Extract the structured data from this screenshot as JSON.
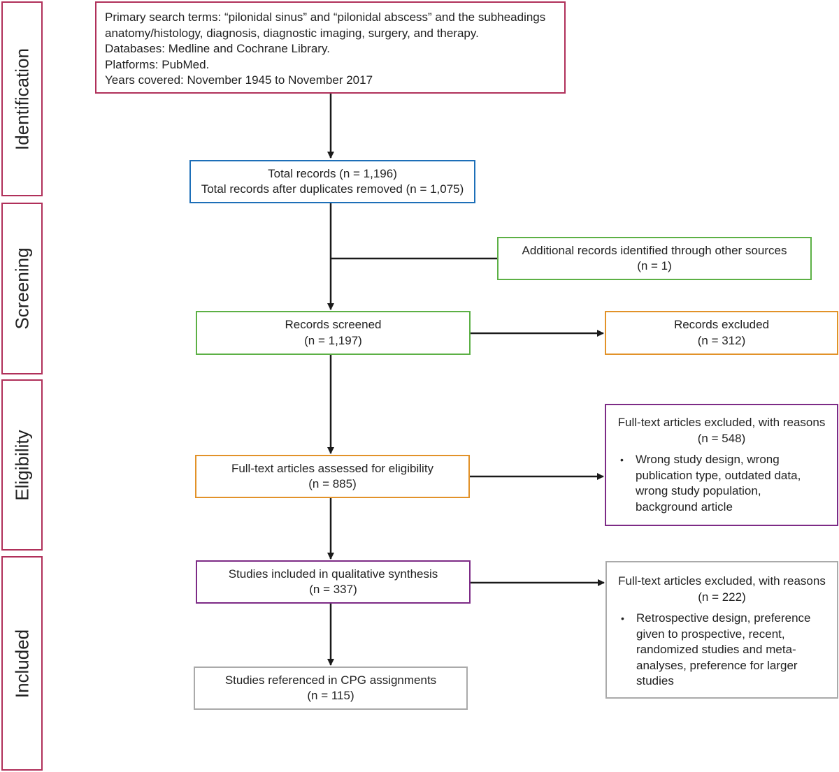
{
  "stages": {
    "identification": "Identification",
    "screening": "Screening",
    "eligibility": "Eligibility",
    "included": "Included"
  },
  "search": {
    "line1": "Primary search terms: “pilonidal sinus” and “pilonidal abscess” and the subheadings",
    "line2": "anatomy/histology, diagnosis, diagnostic imaging, surgery, and therapy.",
    "line3": "Databases: Medline and Cochrane Library.",
    "line4": "Platforms: PubMed.",
    "line5": "Years covered: November 1945 to November 2017"
  },
  "total_records": {
    "line1": "Total records (n = 1,196)",
    "line2": "Total records after duplicates removed (n = 1,075)"
  },
  "additional_records": {
    "line1": "Additional records identified through other sources",
    "line2": "(n = 1)"
  },
  "records_screened": {
    "line1": "Records screened",
    "line2": "(n = 1,197)"
  },
  "records_excluded": {
    "line1": "Records excluded",
    "line2": "(n = 312)"
  },
  "fulltext_assessed": {
    "line1": "Full-text articles assessed for eligibility",
    "line2": "(n = 885)"
  },
  "fulltext_excluded_1": {
    "line1": "Full-text articles excluded, with reasons",
    "line2": "(n = 548)",
    "bullet": "•",
    "reason_lines": [
      "Wrong study design, wrong",
      "publication type, outdated data,",
      "wrong study population,",
      "background article"
    ]
  },
  "qualitative_synthesis": {
    "line1": "Studies included in qualitative synthesis",
    "line2": "(n = 337)"
  },
  "fulltext_excluded_2": {
    "line1": "Full-text articles excluded, with reasons",
    "line2": "(n = 222)",
    "bullet": "•",
    "reason_lines": [
      "Retrospective design, preference",
      "given to prospective, recent,",
      "randomized studies and meta-",
      "analyses, preference for larger",
      "studies"
    ]
  },
  "cpg_referenced": {
    "line1": "Studies referenced in CPG assignments",
    "line2": "(n = 115)"
  },
  "colors": {
    "pink": "#b0305a",
    "blue": "#1d6fb8",
    "green": "#5cb045",
    "orange": "#e29229",
    "purple": "#7d2b86",
    "grey": "#aaaaaa",
    "arrow": "#1a1a1a"
  }
}
